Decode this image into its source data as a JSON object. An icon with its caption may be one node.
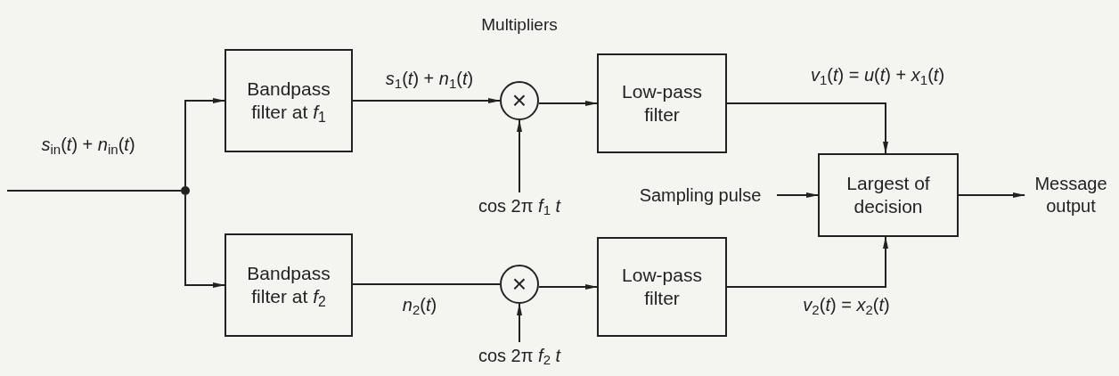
{
  "diagram": {
    "nodes": [
      {
        "text": [],
        "shape": "circle"
      },
      {
        "text": [
          "Bandpass filter at *f*$_{1}$"
        ]
      },
      {
        "text": [
          "Bandpass filter at *f*$_{2}$"
        ]
      },
      {
        "text": [
          "×"
        ]
      },
      {
        "text": [
          "×"
        ]
      },
      {
        "text": [
          "cos 2π *f*$_{1}$ *t*"
        ]
      },
      {
        "text": [
          "cos 2π *f*$_{2}$ *t*"
        ]
      },
      {
        "text": [
          "Low-pass filter"
        ]
      },
      {
        "text": [
          "Low-pass filter"
        ]
      },
      {
        "text": [
          "Sampling pulse"
        ]
      },
      {
        "text": [
          "Largest of decision"
        ]
      },
      {
        "text": [
          "Message output"
        ]
      }
    ],
    "edges": [
      {
        "from": null,
        "to": 0,
        "arrow": "none",
        "label": "*s*$_{in}$(*t*) + *n*$_{in}$(*t*)"
      },
      {
        "from": 0,
        "to": 1,
        "arrow": "to"
      },
      {
        "from": 0,
        "to": 2,
        "arrow": "to"
      },
      {
        "from": 1,
        "to": 3,
        "arrow": "to",
        "label": "*s*$_{1}$(*t*) + *n*$_{1}$(*t*)"
      },
      {
        "from": 2,
        "to": 4,
        "arrow": "none",
        "label": "*n*$_{2}$(*t*)"
      },
      {
        "from": 5,
        "to": 3,
        "arrow": "to"
      },
      {
        "from": 6,
        "to": 4,
        "arrow": "to"
      },
      {
        "from": 3,
        "to": 7,
        "arrow": "to"
      },
      {
        "from": 4,
        "to": 8,
        "arrow": "to"
      },
      {
        "from": 7,
        "to": 10,
        "arrow": "to",
        "label": "*v*$_{1}$(*t*) = *u*(*t*) + *x*$_{1}$(*t*)"
      },
      {
        "from": 8,
        "to": 10,
        "arrow": "to",
        "label": "*v*$_{2}$(*t*) = *x*$_{2}$(*t*)"
      },
      {
        "from": 9,
        "to": 10,
        "arrow": "to"
      },
      {
        "from": 10,
        "to": 11,
        "arrow": "to"
      }
    ],
    "labels": [
      "Multipliers"
    ]
  }
}
